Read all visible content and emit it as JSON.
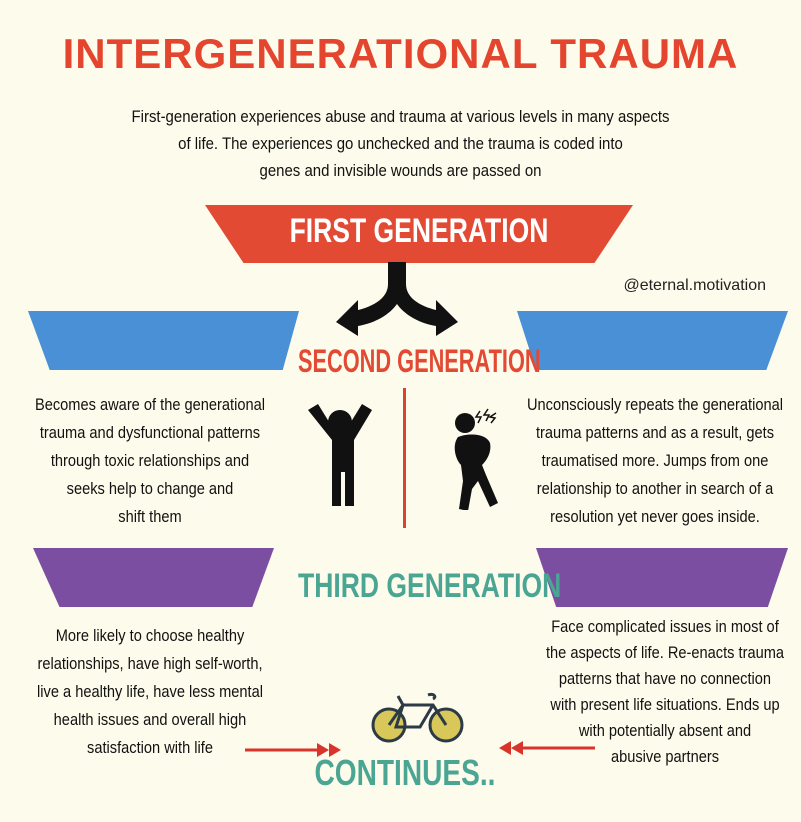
{
  "title": "INTERGENERATIONAL TRAUMA",
  "intro": [
    "First-generation experiences abuse and trauma at various levels in many aspects",
    "of life. The experiences go unchecked and the trauma is coded into",
    "genes and invisible wounds are passed on"
  ],
  "handle": "@eternal.motivation",
  "first": {
    "label": "FIRST GENERATION",
    "color": "#e24a33"
  },
  "second": {
    "label": "SECOND GENERATION",
    "color": "#e24a33",
    "bar_color": "#4a90d6",
    "left": [
      "Becomes aware of the generational",
      "trauma and dysfunctional patterns",
      "through toxic relationships and",
      "seeks help to change and",
      "shift them"
    ],
    "right": [
      "Unconsciously repeats the generational",
      "trauma patterns and as a result, gets",
      "traumatised more. Jumps from one",
      "relationship to another in search of a",
      "resolution yet never goes inside."
    ]
  },
  "third": {
    "label": "THIRD GENERATION",
    "color": "#4aa592",
    "bar_color": "#7c4ea1",
    "left": [
      "More likely to choose healthy",
      "relationships, have high self-worth,",
      "live a healthy life, have less mental",
      "health issues and overall high",
      "satisfaction with life"
    ],
    "right": [
      "Face complicated issues in most of",
      "the aspects of life. Re-enacts trauma",
      "patterns that have no connection",
      "with present life situations. Ends up",
      "with potentially absent and",
      "abusive partners"
    ]
  },
  "continues": "CONTINUES.."
}
